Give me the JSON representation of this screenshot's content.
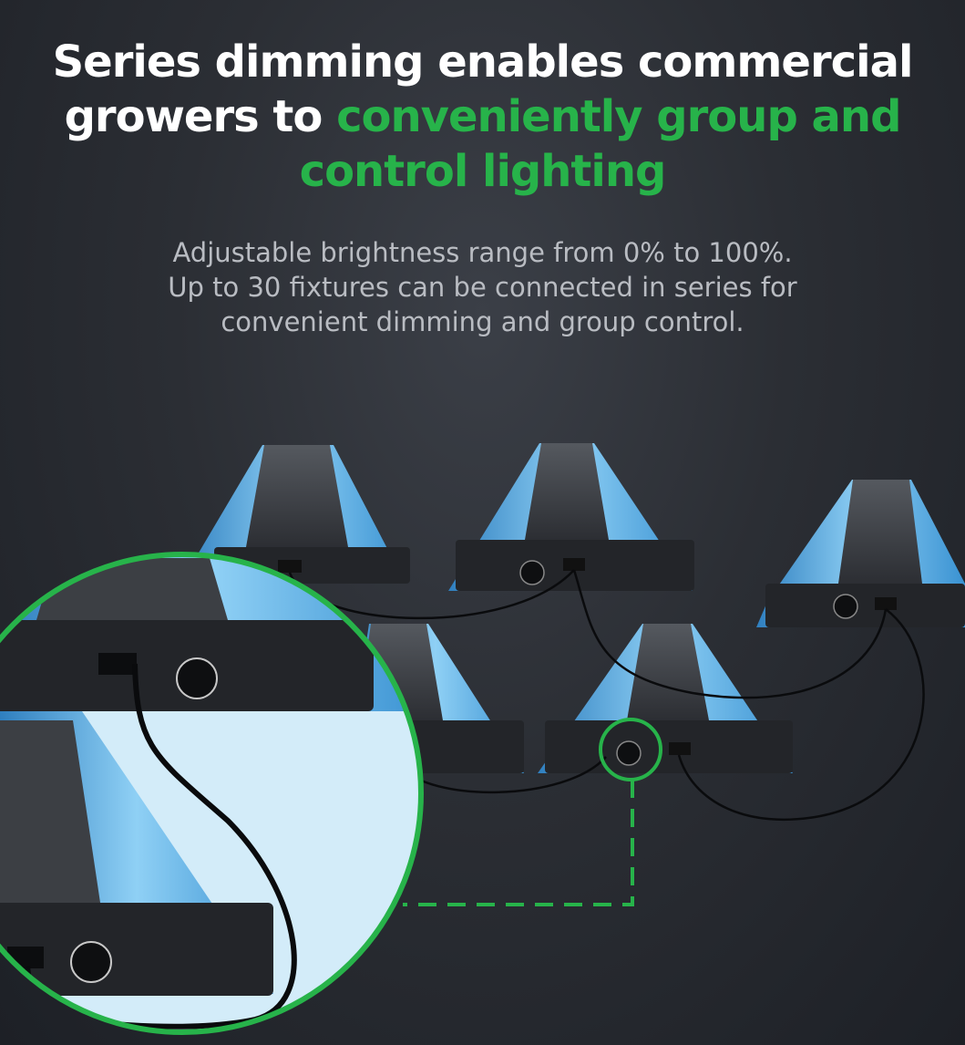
{
  "headline": {
    "line1": "Series dimming enables commercial",
    "line2_prefix": "growers to ",
    "line2_accent": "conveniently group and",
    "line3_accent": "control lighting"
  },
  "subtext": {
    "line1": "Adjustable brightness range from 0% to 100%.",
    "line2": "Up to 30 fixtures can be connected in series for",
    "line3": "convenient dimming and group control."
  },
  "colors": {
    "accent": "#27b34a",
    "fixture_blue": "#4aa8e0",
    "fixture_body": "#3a3d42"
  },
  "icons": [
    "led-fixture-icon",
    "dimmer-knob-icon",
    "rj45-port-icon",
    "magnifier-callout-icon"
  ]
}
